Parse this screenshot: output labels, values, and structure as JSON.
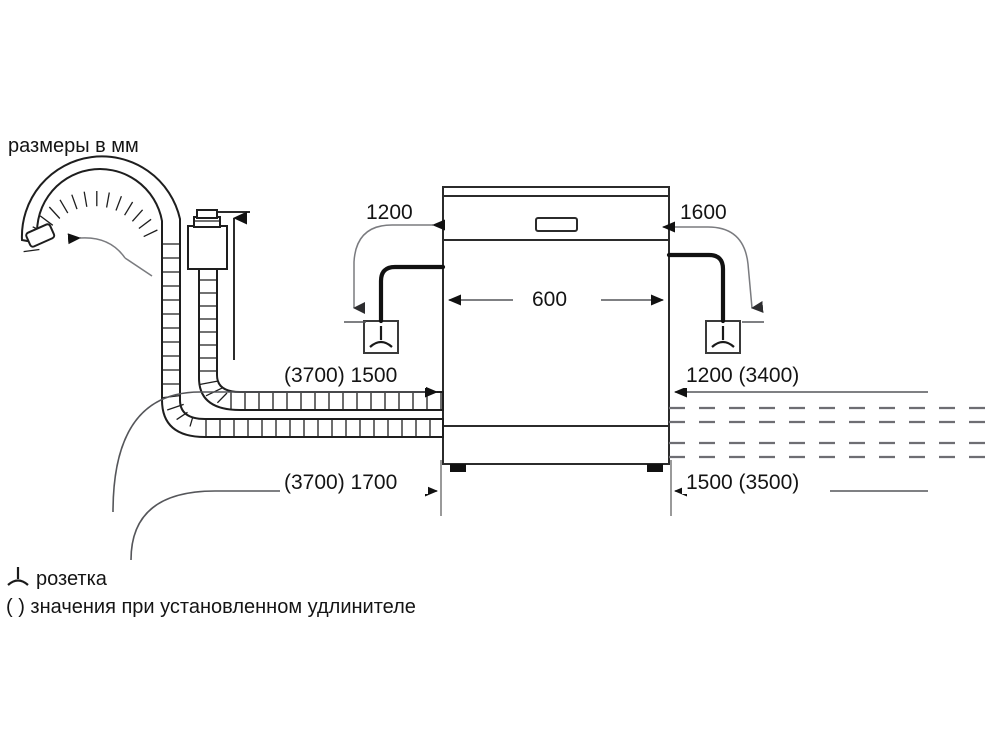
{
  "page": {
    "title": "Dishwasher installation dimensions diagram",
    "background_color": "#ffffff",
    "ink_color": "#1a1a1a"
  },
  "header": {
    "units_note": "размеры в мм"
  },
  "legend": {
    "socket_icon_name": "socket-icon",
    "socket_label": "розетка",
    "parenthesis_label": "( ) значения при установленном удлинителе"
  },
  "appliance": {
    "name": "dishwasher",
    "width_label": "600",
    "handle_name": "door-handle"
  },
  "dimensions": {
    "top_left": "1200",
    "top_right": "1600",
    "mid_left": "(3700) 1500",
    "mid_right": "1200 (3400)",
    "bottom_left": "(3700) 1700",
    "bottom_right": "1500 (3500)"
  },
  "parts": {
    "drain_hose": "drain-hose",
    "inlet_hose": "water-inlet-hose",
    "aquastop_valve": "aquastop-valve",
    "socket_left": "power-socket-left",
    "socket_right": "power-socket-right",
    "dashed_hose_upper": "dashed-hose-upper",
    "dashed_hose_lower": "dashed-hose-lower"
  },
  "chart_data": {
    "type": "table",
    "title": "Installation clearances (mm)",
    "categories": [
      "top-left clearance",
      "top-right clearance",
      "mid-left hose run",
      "mid-right hose run",
      "bottom-left hose run",
      "bottom-right hose run",
      "appliance width"
    ],
    "values": [
      1200,
      1600,
      1500,
      1200,
      1700,
      1500,
      600
    ],
    "values_with_extension": [
      null,
      null,
      3700,
      3400,
      3700,
      3500,
      null
    ],
    "ylabel": "mm"
  }
}
